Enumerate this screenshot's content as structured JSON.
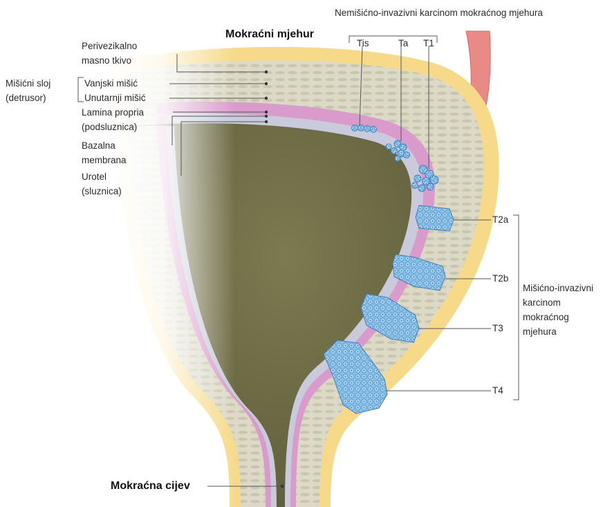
{
  "titles": {
    "bladder": "Mokraćni mjehur",
    "urethra": "Mokraćna cijev",
    "non_invasive_header": "Nemišićno-invazivni karcinom mokraćnog mjehura",
    "muscle_invasive": "Mišićno-invazivni karcinom mokraćnog mjehura"
  },
  "layers": {
    "perivesical": "Perivezikalno masno tkivo",
    "muscle_group": "Mišićni sloj (detrusor)",
    "outer_muscle": "Vanjski mišić",
    "inner_muscle": "Unutarnji mišić",
    "lamina_propria": "Lamina propria (podsluznica)",
    "basement_membrane": "Bazalna membrana",
    "urothelium": "Urotel (sluznica)"
  },
  "stages": {
    "tis": "Tis",
    "ta": "Ta",
    "t1": "T1",
    "t2a": "T2a",
    "t2b": "T2b",
    "t3": "T3",
    "t4": "T4"
  },
  "colors": {
    "fat": "#f7dc8c",
    "muscle": "#d9d6c2",
    "lamina": "#d99bcb",
    "urothelium": "#c7c9dc",
    "lumen": "#6b6a43",
    "tumor": "#7fb8e3",
    "vessel": "#e87a7a"
  }
}
